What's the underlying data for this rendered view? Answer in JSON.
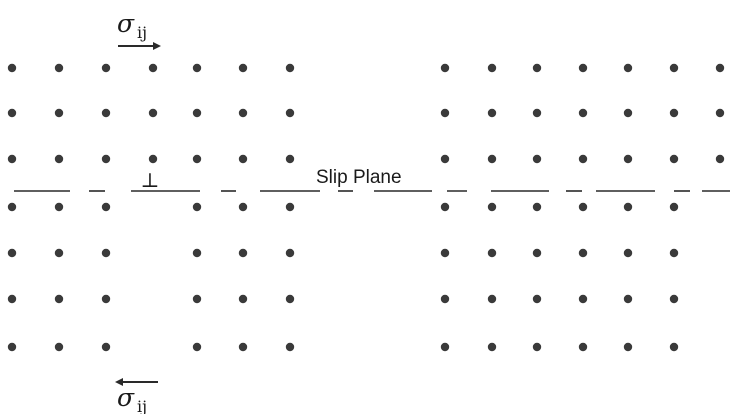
{
  "diagram": {
    "slip_plane_label": "Slip Plane",
    "stress_symbol": "σ",
    "stress_subscript": "ij",
    "extra_half_plane_symbol": "⊥",
    "colors": {
      "atom": "#3a3a3a",
      "line": "#2a2a2a",
      "text": "#1a1a1a",
      "background": "#ffffff"
    },
    "arrow_top_direction": "right",
    "arrow_bottom_direction": "left",
    "left_crystal": {
      "upper_rows": 3,
      "lower_rows": 4,
      "upper_atoms_per_row": 7,
      "lower_atoms_per_row": 6
    },
    "right_crystal": {
      "upper_rows": 3,
      "lower_rows": 4,
      "upper_atoms_per_row": 7,
      "lower_atoms_per_row": 6
    }
  }
}
